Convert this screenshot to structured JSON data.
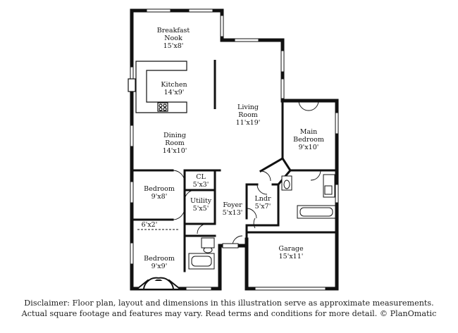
{
  "rooms": [
    {
      "key": "breakfast",
      "name_lines": [
        "Breakfast",
        "Nook"
      ],
      "dims": "15'x8'"
    },
    {
      "key": "kitchen",
      "name_lines": [
        "Kitchen"
      ],
      "dims": "14'x9'"
    },
    {
      "key": "dining",
      "name_lines": [
        "Dining",
        "Room"
      ],
      "dims": "14'x10'"
    },
    {
      "key": "living",
      "name_lines": [
        "Living",
        "Room"
      ],
      "dims": "11'x19'"
    },
    {
      "key": "main_bedroom",
      "name_lines": [
        "Main",
        "Bedroom"
      ],
      "dims": "9'x10'"
    },
    {
      "key": "bedroom1",
      "name_lines": [
        "Bedroom"
      ],
      "dims": "9'x8'"
    },
    {
      "key": "cl",
      "name_lines": [
        "CL"
      ],
      "dims": "5'x3'"
    },
    {
      "key": "utility",
      "name_lines": [
        "Utility"
      ],
      "dims": "5'x5'"
    },
    {
      "key": "foyer",
      "name_lines": [
        "Foyer"
      ],
      "dims": "5'x13'"
    },
    {
      "key": "lndr",
      "name_lines": [
        "Lndr"
      ],
      "dims": "5'x7'"
    },
    {
      "key": "closet",
      "name_lines": [],
      "dims": "6'x2'"
    },
    {
      "key": "bedroom2",
      "name_lines": [
        "Bedroom"
      ],
      "dims": "9'x9'"
    },
    {
      "key": "garage",
      "name_lines": [
        "Garage"
      ],
      "dims": "15'x11'"
    }
  ],
  "disclaimer": {
    "line1": "Disclaimer: Floor plan, layout and dimensions in this illustration serve as approximate measurements.",
    "line2": "Actual square footage and features may vary. Read terms and conditions for more detail. © PlanOmatic"
  }
}
